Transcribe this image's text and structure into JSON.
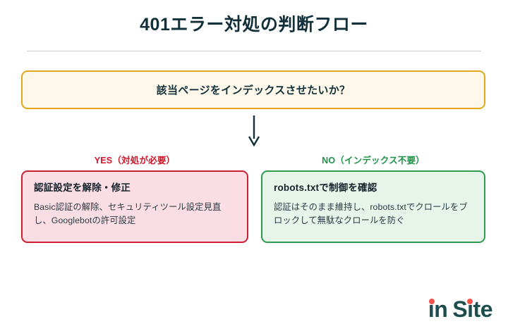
{
  "page": {
    "title": "401エラー対処の判断フロー",
    "background_color": "#ffffff",
    "title_color": "#12303a",
    "divider_color": "#c9cbcc"
  },
  "flow": {
    "question": {
      "text": "該当ページをインデックスさせたいか？",
      "border_color": "#e3a81a",
      "fill_color": "#fdf8e9"
    },
    "arrow": {
      "icon": "arrow-down-icon",
      "color": "#12303a"
    },
    "branches": [
      {
        "label": "YES（対処が必要）",
        "label_color": "#cc1527",
        "title": "認証設定を解除・修正",
        "body": "Basic認証の解除、セキュリティツール設定見直し、Googlebotの許可設定",
        "border_color": "#cc2030",
        "fill_color": "#fbdde4"
      },
      {
        "label": "NO（インデックス不要）",
        "label_color": "#1f9147",
        "title": "robots.txtで制御を確認",
        "body": "認証はそのまま維持し、robots.txtでクロールをブロックして無駄なクロールを防ぐ",
        "border_color": "#2e9b4f",
        "fill_color": "#e6f4e9"
      }
    ]
  },
  "logo": {
    "word_one": "in",
    "word_two": "Site",
    "text_color": "#1d4d4d",
    "dot_color": "#f2534d"
  }
}
